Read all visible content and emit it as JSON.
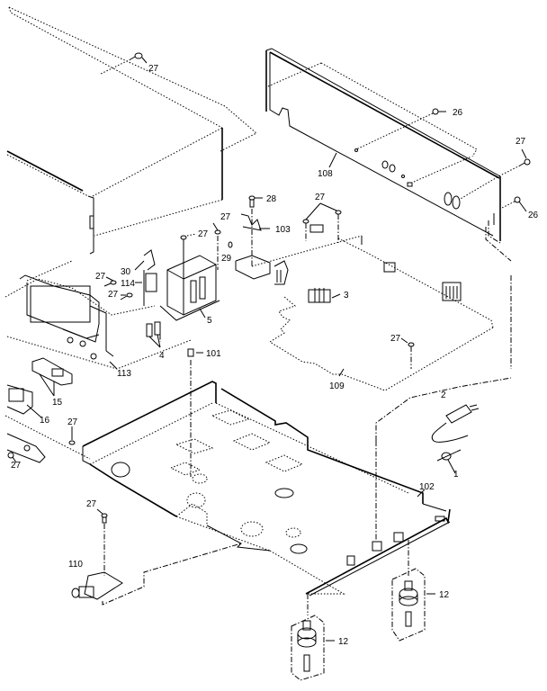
{
  "diagram": {
    "type": "exploded-parts-view",
    "background_color": "#ffffff",
    "line_color": "#000000",
    "callouts": {
      "top_cover_screw": "27",
      "rear_panel": "108",
      "rear_panel_screw_upper": "26",
      "rear_panel_screw_right_top": "27",
      "rear_panel_screw_right_bottom": "26",
      "pcb_screw_28": "28",
      "bracket_103": "103",
      "screw_29": "29",
      "transformer_screw_a": "27",
      "transformer_screw_b": "27",
      "pcb_screws": "27",
      "pcb_connector": "3",
      "main_pcb": "109",
      "pcb_corner_screw": "27",
      "clamp_30": "30",
      "bracket_114": "114",
      "front_screw_a": "27",
      "front_screw_b": "27",
      "transformer": "5",
      "clamps_4": "4",
      "grommet_101": "101",
      "front_bracket_113": "113",
      "switch_15": "15",
      "jack_16": "16",
      "front_lower_screw": "27",
      "front_lower_left_screw": "27",
      "power_plug": "2",
      "cord_bushing": "1",
      "chassis": "102",
      "jack_pcb_screw": "27",
      "jack_pcb_110": "110",
      "foot_right": "12",
      "foot_left": "12"
    }
  }
}
